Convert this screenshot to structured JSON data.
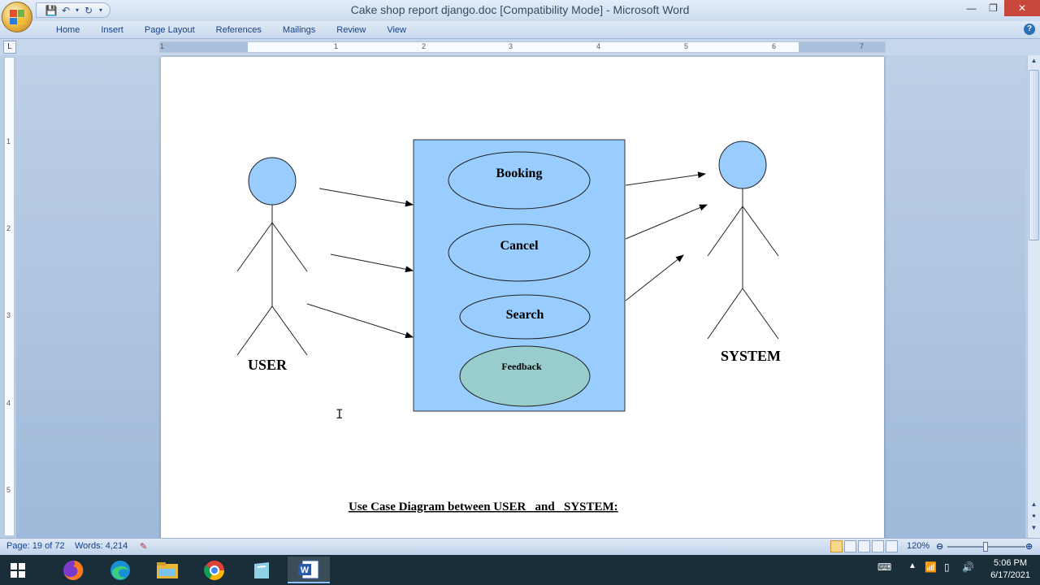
{
  "window": {
    "title": "Cake shop report django.doc [Compatibility Mode] - Microsoft Word",
    "minimize": "—",
    "restore": "❐",
    "close": "✕"
  },
  "ribbon": {
    "tabs": [
      "Home",
      "Insert",
      "Page Layout",
      "References",
      "Mailings",
      "Review",
      "View"
    ]
  },
  "ruler": {
    "h_marks": [
      "1",
      "1",
      "2",
      "3",
      "4",
      "5",
      "6",
      "7"
    ],
    "v_marks": [
      "1",
      "2",
      "3",
      "4",
      "5"
    ]
  },
  "diagram": {
    "actor_left": "USER",
    "actor_right": "SYSTEM",
    "use_cases": [
      "Booking",
      "Cancel",
      "Search",
      "Feedback"
    ],
    "caption": "Use Case Diagram between USER   and   SYSTEM:",
    "colors": {
      "system_box": "#99ccff",
      "actor_head": "#99ccff",
      "feedback_fill": "#99cccc"
    }
  },
  "status": {
    "page": "Page: 19 of 72",
    "words": "Words: 4,214",
    "zoom": "120%"
  },
  "taskbar": {
    "apps": [
      "windows-start",
      "firefox",
      "edge",
      "file-explorer",
      "chrome",
      "notepad",
      "word"
    ],
    "time": "5:06 PM",
    "date": "6/17/2021"
  }
}
